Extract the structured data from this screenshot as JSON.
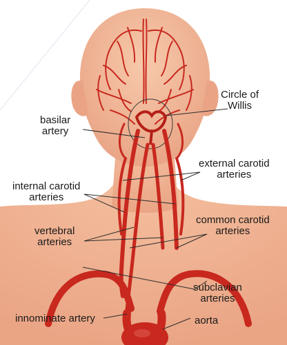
{
  "diagram": {
    "labels": {
      "circle_of_willis": [
        "Circle of",
        "Willis"
      ],
      "basilar_artery": [
        "basilar",
        "artery"
      ],
      "external_carotid": [
        "external carotid",
        "arteries"
      ],
      "internal_carotid": [
        "internal carotid",
        "arteries"
      ],
      "common_carotid": [
        "common carotid",
        "arteries"
      ],
      "vertebral": [
        "vertebral",
        "arteries"
      ],
      "subclavian": [
        "subclavian",
        "arteries"
      ],
      "innominate": "innominate artery",
      "aorta": "aorta"
    },
    "colors": {
      "skin": "#f2b897",
      "skin_shadow": "#e49b7c",
      "artery": "#c8281e",
      "artery_dark": "#9e1a14",
      "leader": "#2b2b2b"
    }
  }
}
